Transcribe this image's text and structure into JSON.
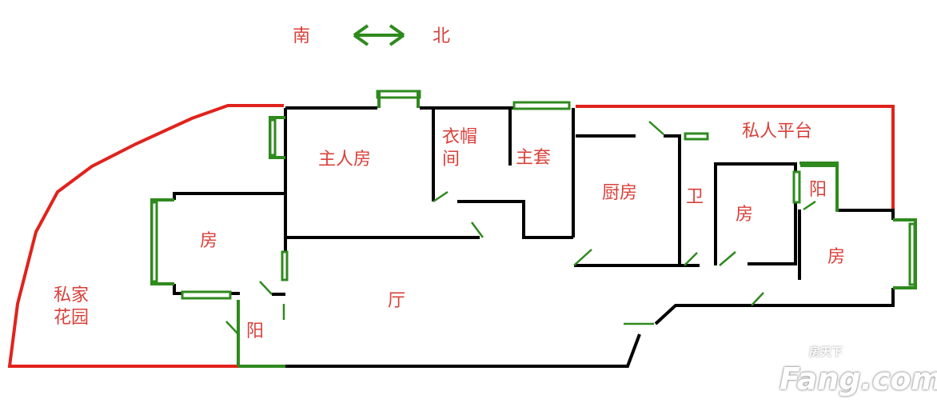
{
  "compass": {
    "south": "南",
    "north": "北"
  },
  "rooms": {
    "master_bedroom": "主人房",
    "wardrobe_line1": "衣帽",
    "wardrobe_line2": "间",
    "ensuite": "主套",
    "kitchen": "厨房",
    "bathroom": "卫",
    "room_mid": "房",
    "balcony_right": "阳",
    "private_terrace": "私人平台",
    "room_left": "房",
    "garden_line1": "私家",
    "garden_line2": "花园",
    "living_hall": "厅",
    "balcony_left": "阳",
    "room_right": "房"
  },
  "watermark": {
    "brand": "Fang.com",
    "brand_cn": "房天下"
  },
  "colors": {
    "wall": "#000000",
    "boundary": "#e0231c",
    "window": "#2f8a1e",
    "label": "#d9403a"
  }
}
